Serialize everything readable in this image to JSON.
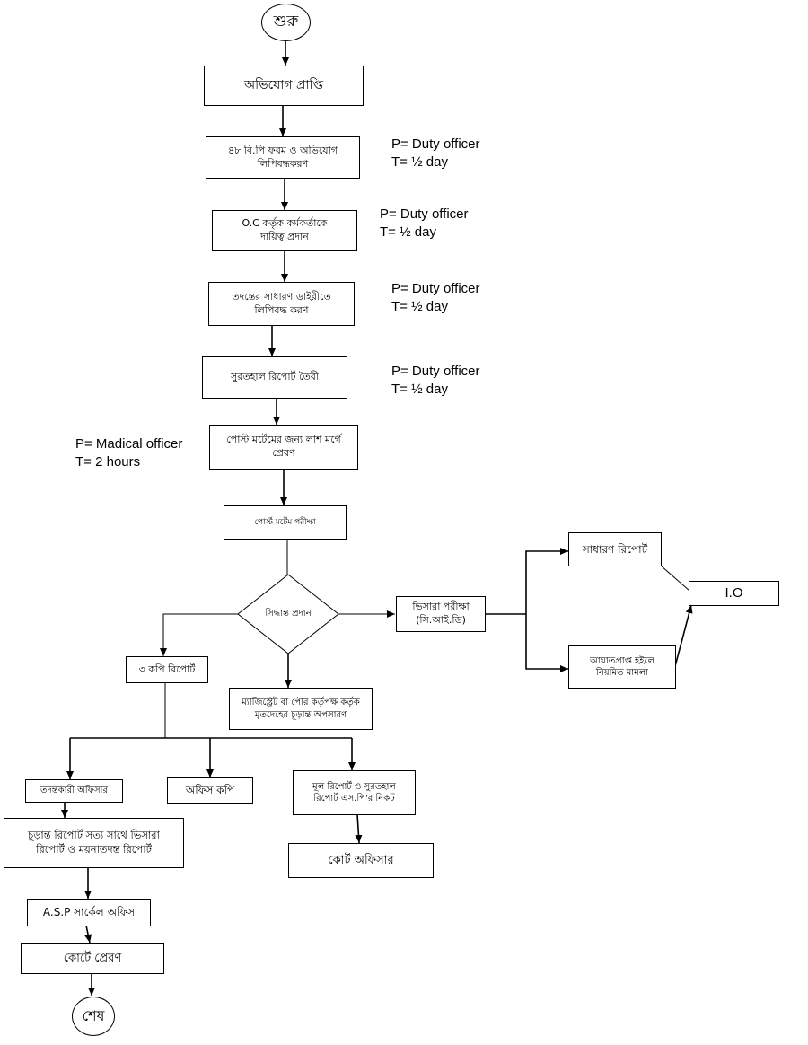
{
  "flowchart": {
    "start": "শুরু",
    "end": "শেষ",
    "steps": {
      "complaint": "অভিযোগ প্রাপ্তি",
      "bp_form": "৪৮ বি.পি ফরম ও অভিযোগ\nলিপিবদ্ধকরণ",
      "oc_assign": "O.C কর্তৃক কর্মকর্তাকে\nদায়িত্ব প্রদান",
      "gd_entry": "তদন্তের সাধারণ ডাইরীতে\nলিপিবদ্ধ করণ",
      "inquest": "সুরতহাল রিপোর্ট তৈরী",
      "morgue": "পোস্ট মর্টেমের জন্য লাশ মর্গে\nপ্রেরণ",
      "postmortem": "পোর্স্ট মর্টেম পরীক্ষা",
      "decision": "সিদ্ধান্ত প্রদান",
      "viscera": "ভিসারা পরীক্ষা\n(সি.আই.ডি)",
      "general_report": "সাধারণ রিপোর্ট",
      "io": "I.O",
      "injury_case": "আঘাতপ্রাপ্ত হইলে\nনিয়মিত মামলা",
      "three_copy": "৩ কপি রিপোর্ট",
      "magistrate": "ম্যাজিস্ট্রেট বা পৌর কর্তৃপক্ষ কর্তৃক\nমৃতদেহের চূড়ান্ত অপসারণ",
      "inv_officer": "তদন্তকারী অফিসার",
      "office_copy": "অফিস কপি",
      "original_report": "মূল রিপোর্ট ও সুরতহাল\nরিপোর্ট এস.পি'র নিকট",
      "final_report": "চূড়ান্ত রিপোর্ট সত্য সাথে ভিসারা\nরিপোর্ট ও ময়নাতদন্ত রিপোর্ট",
      "court_officer": "কোর্ট অফিসার",
      "asp": "A.S.P সার্কেল অফিস",
      "court": "কোর্টে প্রেরণ"
    },
    "notes": [
      {
        "p": "P= Duty officer",
        "t": "T= ½ day"
      },
      {
        "p": "P= Duty officer",
        "t": "T= ½ day"
      },
      {
        "p": "P= Duty officer",
        "t": "T= ½ day"
      },
      {
        "p": "P= Duty officer",
        "t": "T= ½ day"
      },
      {
        "p": "P= Madical officer",
        "t": "T= 2 hours"
      }
    ]
  }
}
